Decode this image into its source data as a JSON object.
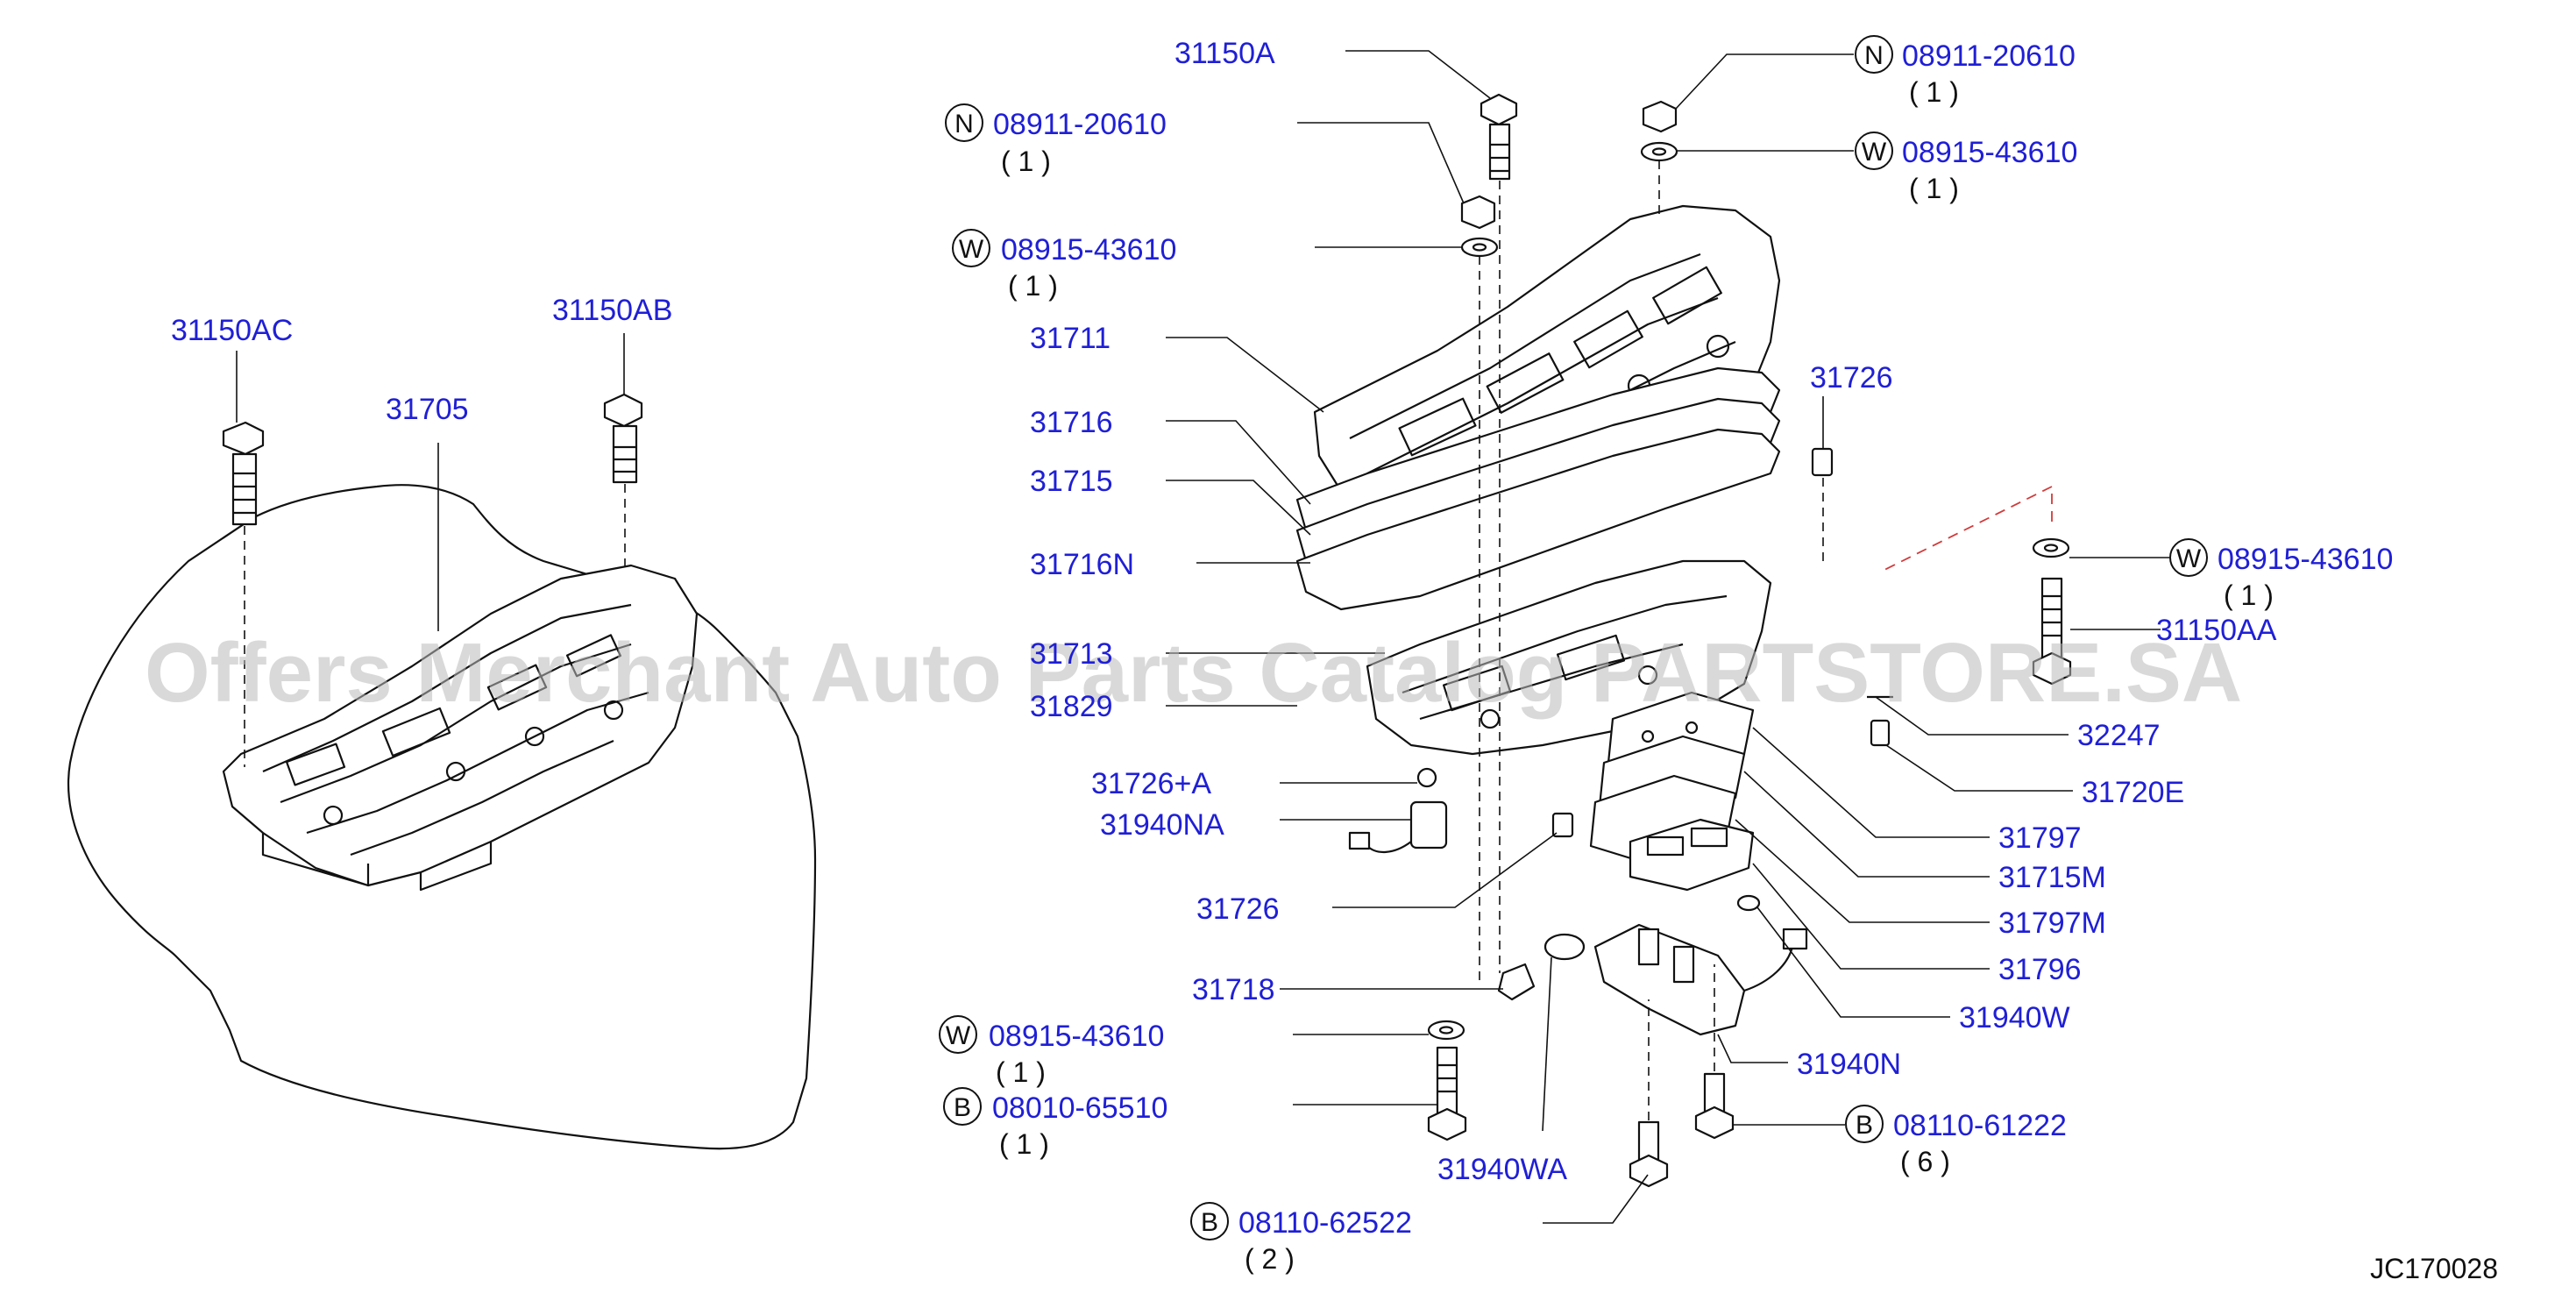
{
  "diagram_code": "JC170028",
  "watermark": "Offers Merchant Auto Parts Catalog PARTSTORE.SA",
  "labels": {
    "l31150ac": "31150AC",
    "l31150ab": "31150AB",
    "l31705": "31705",
    "l31150a": "31150A",
    "l31711": "31711",
    "l31716": "31716",
    "l31715": "31715",
    "l31716n": "31716N",
    "l31713": "31713",
    "l31829": "31829",
    "l31726a": "31726+A",
    "l31940na": "31940NA",
    "l31726_l": "31726",
    "l31718": "31718",
    "l31940wa": "31940WA",
    "l31726_r": "31726",
    "l31150aa": "31150AA",
    "l32247": "32247",
    "l31720e": "31720E",
    "l31797": "31797",
    "l31715m": "31715M",
    "l31797m": "31797M",
    "l31796": "31796",
    "l31940w": "31940W",
    "l31940n": "31940N"
  },
  "fasteners": {
    "n_top_right": {
      "symbol": "N",
      "code": "08911-20610",
      "qty": "( 1 )"
    },
    "w_top_right": {
      "symbol": "W",
      "code": "08915-43610",
      "qty": "( 1 )"
    },
    "n_top_left": {
      "symbol": "N",
      "code": "08911-20610",
      "qty": "( 1 )"
    },
    "w_top_left": {
      "symbol": "W",
      "code": "08915-43610",
      "qty": "( 1 )"
    },
    "w_right": {
      "symbol": "W",
      "code": "08915-43610",
      "qty": "( 1 )"
    },
    "w_bottom_left": {
      "symbol": "W",
      "code": "08915-43610",
      "qty": "( 1 )"
    },
    "b_bottom_left": {
      "symbol": "B",
      "code": "08010-65510",
      "qty": "( 1 )"
    },
    "b_bottom_right": {
      "symbol": "B",
      "code": "08110-61222",
      "qty": "( 6 )"
    },
    "b_bottom": {
      "symbol": "B",
      "code": "08110-62522",
      "qty": "( 2 )"
    }
  }
}
